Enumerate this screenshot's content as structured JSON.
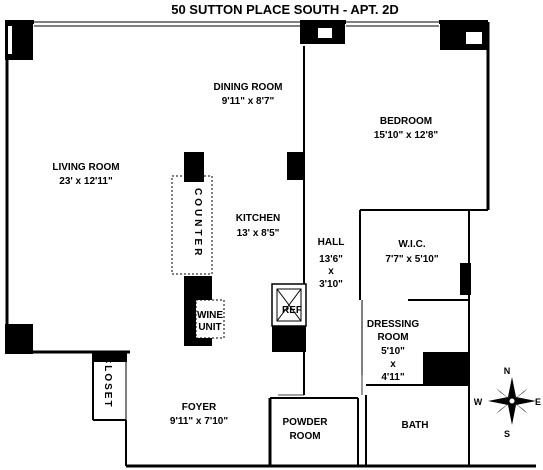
{
  "title": "50 SUTTON PLACE SOUTH - APT. 2D",
  "rooms": {
    "dining": {
      "name": "DINING ROOM",
      "dims": "9'11\" x 8'7\""
    },
    "bedroom": {
      "name": "BEDROOM",
      "dims": "15'10\" x 12'8\""
    },
    "living": {
      "name": "LIVING ROOM",
      "dims": "23' x 12'11\""
    },
    "kitchen": {
      "name": "KITCHEN",
      "dims": "13' x 8'5\""
    },
    "hall": {
      "name": "HALL",
      "dim1": "13'6\"",
      "x": "x",
      "dim2": "3'10\""
    },
    "wic": {
      "name": "W.I.C.",
      "dims": "7'7\" x 5'10\""
    },
    "dressing": {
      "name1": "DRESSING",
      "name2": "ROOM",
      "dim1": "5'10\"",
      "x": "x",
      "dim2": "4'11\""
    },
    "foyer": {
      "name": "FOYER",
      "dims": "9'11\" x 7'10\""
    },
    "powder": {
      "name1": "POWDER",
      "name2": "ROOM"
    },
    "bath": {
      "name": "BATH"
    }
  },
  "fixtures": {
    "counter": "COUNTER",
    "wine1": "WINE",
    "wine2": "UNIT",
    "ref": "REF",
    "closet": "CLOSET"
  },
  "compass": {
    "n": "N",
    "s": "S",
    "e": "E",
    "w": "W"
  }
}
